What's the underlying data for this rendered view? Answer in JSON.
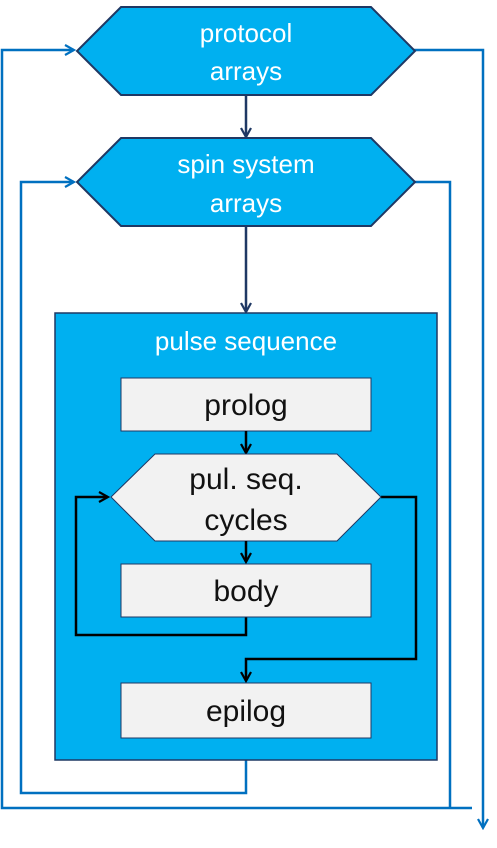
{
  "protocol_arrays": {
    "line1": "protocol",
    "line2": "arrays"
  },
  "spin_system_arrays": {
    "line1": "spin system",
    "line2": "arrays"
  },
  "pulse_sequence": {
    "title": "pulse sequence",
    "prolog": "prolog",
    "cycles": {
      "line1": "pul. seq.",
      "line2": "cycles"
    },
    "body": "body",
    "epilog": "epilog"
  },
  "colors": {
    "hexagon_fill": "#00b0f0",
    "hexagon_border": "#1f3864",
    "outer_loop_line": "#0070c0",
    "container_fill": "#00b0f0",
    "inner_box_fill": "#f2f2f2",
    "inner_line": "#000000"
  }
}
